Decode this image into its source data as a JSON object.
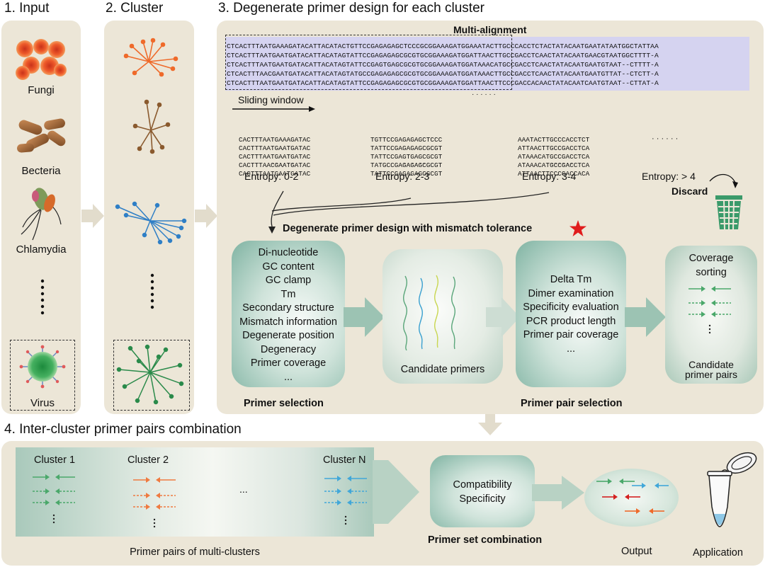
{
  "panel1": {
    "title": "1. Input",
    "items": [
      "Fungi",
      "Becteria",
      "Chlamydia",
      "Virus"
    ],
    "ellipsis": "⋮"
  },
  "panel2": {
    "title": "2. Cluster",
    "ellipsis": "⋮"
  },
  "panel3": {
    "title": "3. Degenerate primer design for each cluster",
    "alignment_title": "Multi-alignment",
    "alignment_rows": [
      "CTCACTTTAATGAAAGATACATTACATACTGTTCCGAGAGAGCTCCCGCGGAAAGATGGAAATACTTGCCCACCTCTACTATACAATGAATATAATGGCTATTAA",
      "CTCACTTTAATGAATGATACATTACATAGTATTCCGAGAGAGCGCGTGCGGAAAGATGGATTAACTTGCCGACCTCAACTATACAATGAACGTAATGGCTTTT-A",
      "CTCACTTTAATGAATGATACATTACATAGTATTCCGAGTGAGCGCGTGCGGAAAGATGGATAAACATGCCGACCTCAACTATACAATGAATGTAAT--CTTTT-A",
      "CTCACTTTAACGAATGATACATTACATAGTATGCCGAGAGAGCGCGTGCGGAAAGATGGATAAACTTGCCGACCTCAACTATACAATGAATGTTAT--CTCTT-A",
      "CTCACTTTAATGAATGATACATTACATAGTATTCCGAGAGAGCGCGTGCGGAAAGATGGATTAACTTCCCGACCACAACTATACAATCAATGTAAT--CTTAT-A"
    ],
    "alignment_more": "· · · · · ·",
    "sliding_window": "Sliding window",
    "windows": [
      {
        "rows": [
          "CACTTTAATGAAAGATAC",
          "CACTTTAATGAATGATAC",
          "CACTTTAATGAATGATAC",
          "CACTTTAACGAATGATAC",
          "CACTTTAATGAATGATAC"
        ],
        "entropy": "Entropy: 0-2"
      },
      {
        "rows": [
          "TGTTCCGAGAGAGCTCCC",
          "TATTCCGAGAGAGCGCGT",
          "TATTCCGAGTGAGCGCGT",
          "TATGCCGAGAGAGCGCGT",
          "TATTCCGAGAGAGCGCGT"
        ],
        "entropy": "Entropy: 2-3"
      },
      {
        "rows": [
          "AAATACTTGCCCACCTCT",
          "ATTAACTTGCCGACCTCA",
          "ATAAACATGCCGACCTCA",
          "ATAAACATGCCGACCTCA",
          "ATTAACTTCCCGACCACA"
        ],
        "entropy": "Entropy: 3-4"
      }
    ],
    "window_more": "· · · · · ·",
    "entropy_discard": "Entropy: > 4",
    "discard": "Discard",
    "design_title": "Degenerate primer design with mismatch tolerance",
    "primer_selection_box": [
      "Di-nucleotide",
      "GC content",
      "GC clamp",
      "Tm",
      "Secondary structure",
      "Mismatch information",
      "Degenerate position",
      "Degeneracy",
      "Primer coverage",
      "..."
    ],
    "candidate_primers": "Candidate primers",
    "pair_selection_box": [
      "Delta Tm",
      "Dimer examination",
      "Specificity evaluation",
      "PCR product length",
      "Primer pair coverage",
      "..."
    ],
    "coverage_sorting": [
      "Coverage",
      "sorting"
    ],
    "candidate_pairs": [
      "Candidate",
      "primer pairs"
    ],
    "primer_selection": "Primer selection",
    "primer_pair_selection": "Primer pair selection"
  },
  "panel4": {
    "title": "4. Inter-cluster primer pairs combination",
    "clusters": [
      "Cluster 1",
      "Cluster 2",
      "Cluster N"
    ],
    "dots": "...",
    "multi_label": "Primer pairs of multi-clusters",
    "combo_box": [
      "Compatibility",
      "Specificity"
    ],
    "combo_label": "Primer set combination",
    "output": "Output",
    "application": "Application"
  },
  "colors": {
    "panel": "#ece6d7",
    "cluster1": "#ef6a2a",
    "cluster2": "#8a5a2e",
    "cluster3": "#2f7fc6",
    "cluster4": "#2a8a4a",
    "green_arrow": "#4aa86a",
    "red_mark": "#d42020",
    "blue_arrow": "#41a7d9"
  }
}
